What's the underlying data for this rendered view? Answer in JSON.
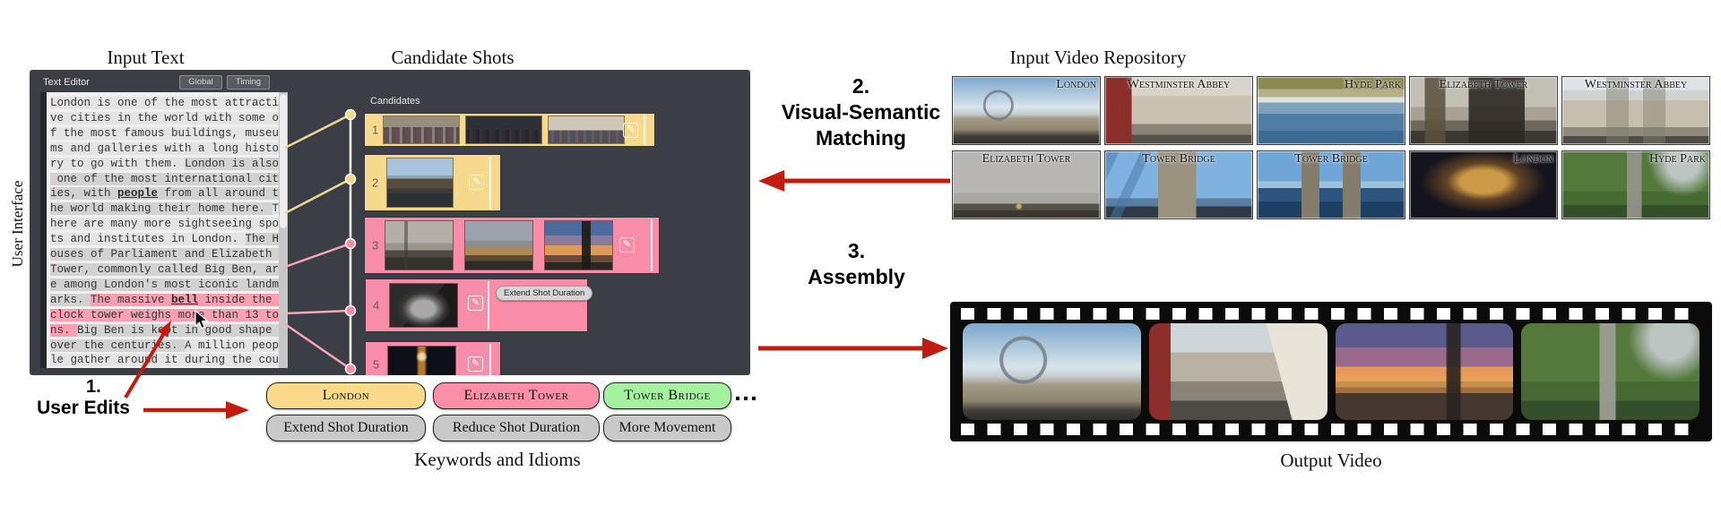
{
  "ui": {
    "vertical_label": "User Interface",
    "input_text_heading": "Input Text",
    "candidate_shots_heading": "Candidate Shots"
  },
  "editor": {
    "title": "Text Editor",
    "global_btn": "Global",
    "timing_btn": "Timing",
    "lines": [
      [
        {
          "t": "London is one of the most attracti",
          "s": "s1"
        }
      ],
      [
        {
          "t": "ve cities in the world with some o",
          "s": "s1"
        }
      ],
      [
        {
          "t": "f the most famous buildings, museu",
          "s": "s1"
        }
      ],
      [
        {
          "t": "ms and galleries with a long histo",
          "s": "s1"
        }
      ],
      [
        {
          "t": "ry to go with them. ",
          "s": "s1"
        },
        {
          "t": "London is also",
          "s": "s2"
        }
      ],
      [
        {
          "t": " one of the most international cit",
          "s": "s2"
        }
      ],
      [
        {
          "t": "ies, with ",
          "s": "s2"
        },
        {
          "t": "people",
          "s": "s2 kw"
        },
        {
          "t": " from all around t",
          "s": "s2"
        }
      ],
      [
        {
          "t": "he world making their home here. ",
          "s": "s2"
        },
        {
          "t": "T",
          "s": "s1"
        }
      ],
      [
        {
          "t": "here are many more sightseeing spo",
          "s": "s1"
        }
      ],
      [
        {
          "t": "ts and institutes in London. ",
          "s": "s1"
        },
        {
          "t": "The H",
          "s": "s2"
        }
      ],
      [
        {
          "t": "ouses of Parliament and Elizabeth ",
          "s": "s2"
        }
      ],
      [
        {
          "t": "Tower, commonly called Big Ben, ar",
          "s": "s2"
        }
      ],
      [
        {
          "t": "e among London's most iconic landm",
          "s": "s2"
        }
      ],
      [
        {
          "t": "arks. ",
          "s": "s2"
        },
        {
          "t": "The massive ",
          "s": "s3"
        },
        {
          "t": "bell",
          "s": "s3 kw"
        },
        {
          "t": " inside the ",
          "s": "s3"
        }
      ],
      [
        {
          "t": "clock tower weighs more than 13 to",
          "s": "s3"
        }
      ],
      [
        {
          "t": "ns. ",
          "s": "s3"
        },
        {
          "t": "Big Ben is kept in good shape ",
          "s": "s2"
        }
      ],
      [
        {
          "t": "over the centuries. ",
          "s": "s2"
        },
        {
          "t": "A million peop",
          "s": "s1"
        }
      ],
      [
        {
          "t": "le gather around it during the cou",
          "s": "s1"
        }
      ]
    ]
  },
  "candidates": {
    "label": "Candidates",
    "rows": [
      {
        "number": "1",
        "color": "yellow",
        "thumbs": [
          "crowd-parade",
          "crowd-dark",
          "palace-crowd"
        ],
        "chip": null
      },
      {
        "number": "2",
        "color": "yellow",
        "thumbs": [
          "parliament-river"
        ],
        "chip": null
      },
      {
        "number": "3",
        "color": "pink",
        "thumbs": [
          "thames-bigben",
          "parliament-dusk",
          "bigben-sunset"
        ],
        "chip": null
      },
      {
        "number": "4",
        "color": "pink",
        "thumbs": [
          "bell-dark"
        ],
        "chip": "Extend Shot Duration"
      },
      {
        "number": "5",
        "color": "pink",
        "thumbs": [
          "bigben-night"
        ],
        "chip": null
      }
    ]
  },
  "steps": {
    "s1": {
      "num": "1.",
      "label": "User Edits"
    },
    "s2": {
      "num": "2.",
      "line1": "Visual-Semantic",
      "line2": "Matching"
    },
    "s3": {
      "num": "3.",
      "label": "Assembly"
    },
    "ellipsis": "…"
  },
  "keywords": {
    "heading": "Keywords and Idioms",
    "items": [
      {
        "label": "London",
        "color": "#f8da8a"
      },
      {
        "label": "Elizabeth Tower",
        "color": "#fa8fa7"
      },
      {
        "label": "Tower Bridge",
        "color": "#a4f29f"
      }
    ],
    "idioms": [
      "Extend Shot Duration",
      "Reduce Shot Duration",
      "More Movement"
    ]
  },
  "repository": {
    "heading": "Input Video Repository",
    "videos": [
      {
        "label": "London",
        "scene": "london-eye",
        "label_pos": "right"
      },
      {
        "label": "Westminster Abbey",
        "scene": "phonebox-abbey",
        "label_pos": "center"
      },
      {
        "label": "Hyde Park",
        "scene": "hyde-park-lake",
        "label_pos": "right"
      },
      {
        "label": "Elizabeth Tower",
        "scene": "elizabeth-tower-statue",
        "label_pos": "center"
      },
      {
        "label": "Westminster Abbey",
        "scene": "westminster-abbey-facade",
        "label_pos": "center"
      },
      {
        "label": "Elizabeth Tower",
        "scene": "elizabeth-tower-overcast",
        "label_pos": "center"
      },
      {
        "label": "Tower Bridge",
        "scene": "tower-bridge-deck",
        "label_pos": "center"
      },
      {
        "label": "Tower Bridge",
        "scene": "tower-bridge-river",
        "label_pos": "center"
      },
      {
        "label": "London",
        "scene": "london-night",
        "label_pos": "right"
      },
      {
        "label": "Hyde Park",
        "scene": "hyde-park-statue",
        "label_pos": "right"
      }
    ]
  },
  "output": {
    "heading": "Output Video",
    "frames": [
      {
        "scene": "london-eye"
      },
      {
        "scene": "phonebox-street"
      },
      {
        "scene": "bigben-dusk"
      },
      {
        "scene": "park-statue"
      }
    ]
  },
  "icons": {
    "edit": "✎"
  },
  "colors": {
    "panel_dark": "#3b3e44",
    "candidate_yellow": "#f6d98c",
    "candidate_pink": "#f78da7",
    "keyword_yellow": "#f8da8a",
    "keyword_pink": "#fa8fa7",
    "keyword_green": "#a4f29f",
    "idiom_gray": "#c9c9c9",
    "arrow_red": "#c01d10",
    "text_highlight_pink": "#f8a0b2",
    "text_highlight_light": "#e4e4e4",
    "text_highlight_medium": "#d2d2d2"
  }
}
